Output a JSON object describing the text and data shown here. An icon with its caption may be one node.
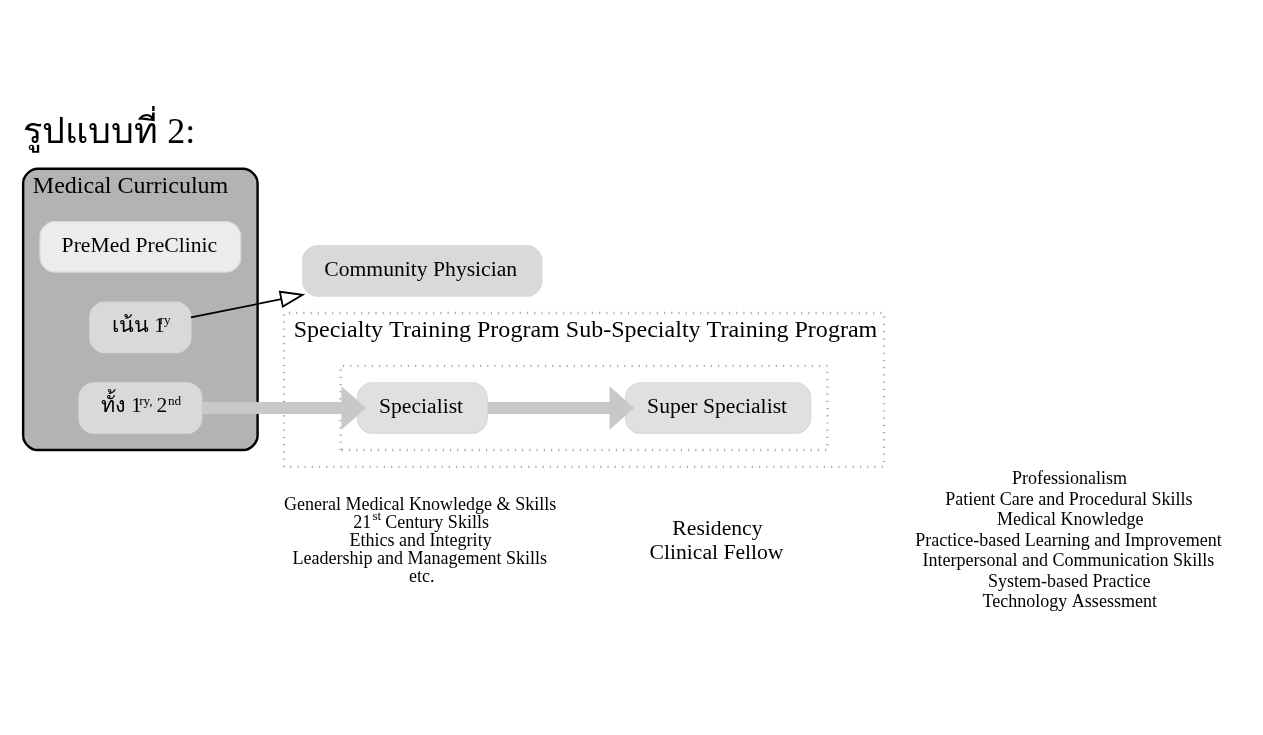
{
  "diagram": {
    "title": "รูปแบบที่ 2:",
    "nodes": [
      {
        "text": [
          "Medical Curriculum"
        ]
      },
      {
        "text": [
          "PreMed PreClinic"
        ],
        "in": 0
      },
      {
        "text": [
          "เน้น 1$^{ry}$"
        ],
        "in": 0
      },
      {
        "text": [
          "ทั้ง 1$^{ry,}$ 2$^{nd}$"
        ],
        "in": 0
      },
      {
        "text": [
          "Community Physician"
        ]
      },
      {
        "text": [
          "Specialty Training Program Sub-Specialty Training Program"
        ]
      },
      {
        "text": [],
        "shape": "box",
        "in": 5
      },
      {
        "text": [
          "Specialist"
        ],
        "in": 6
      },
      {
        "text": [
          "Super Specialist"
        ],
        "in": 6
      }
    ],
    "edges": [
      {
        "from": 2,
        "to": 4,
        "arrow": "to",
        "color": "#000000"
      },
      {
        "from": 3,
        "to": 7,
        "arrow": "to"
      },
      {
        "from": 7,
        "to": 8,
        "arrow": "to"
      }
    ],
    "labels": [
      "Residency",
      "Clinical Fellow",
      "General Medical Knowledge & Skills",
      "21$^{st}$ Century Skills",
      "Ethics and Integrity",
      "Leadership and Management Skills",
      "etc.",
      "Professionalism",
      "Patient Care and Procedural Skills",
      "Medical Knowledge",
      "Practice-based Learning and Improvement",
      "Interpersonal and Communication Skills",
      "System-based Practice",
      "Technology Assessment"
    ]
  }
}
